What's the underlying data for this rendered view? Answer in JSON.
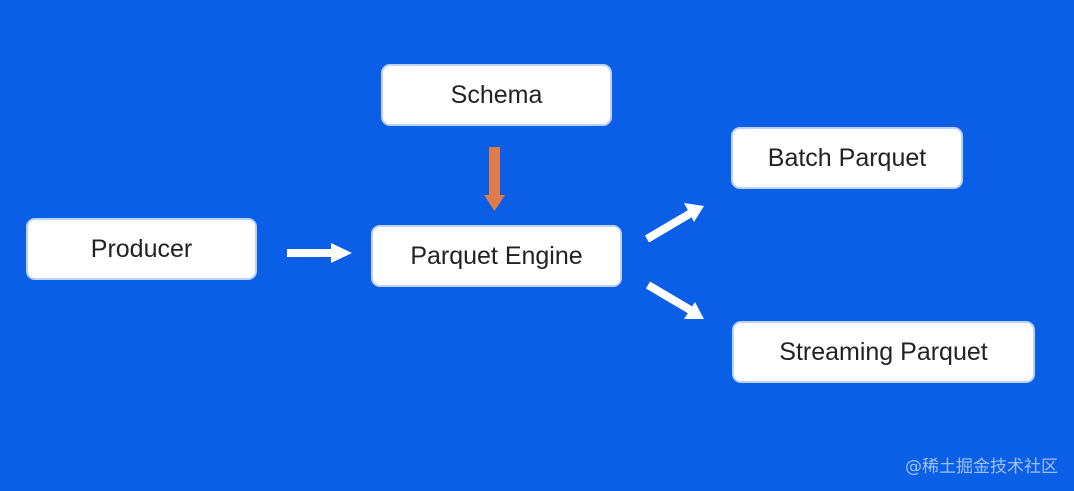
{
  "diagram": {
    "nodes": {
      "schema": "Schema",
      "producer": "Producer",
      "engine": "Parquet Engine",
      "batch": "Batch Parquet",
      "streaming": "Streaming Parquet"
    },
    "edges": [
      {
        "from": "producer",
        "to": "engine",
        "color": "#ffffff"
      },
      {
        "from": "schema",
        "to": "engine",
        "color": "#e07b4a"
      },
      {
        "from": "engine",
        "to": "batch",
        "color": "#ffffff"
      },
      {
        "from": "engine",
        "to": "streaming",
        "color": "#ffffff"
      }
    ]
  },
  "colors": {
    "background": "#0a5fe6",
    "node_fill": "#ffffff",
    "arrow_primary": "#ffffff",
    "arrow_accent": "#e07b4a"
  },
  "watermark": "@稀土掘金技术社区"
}
